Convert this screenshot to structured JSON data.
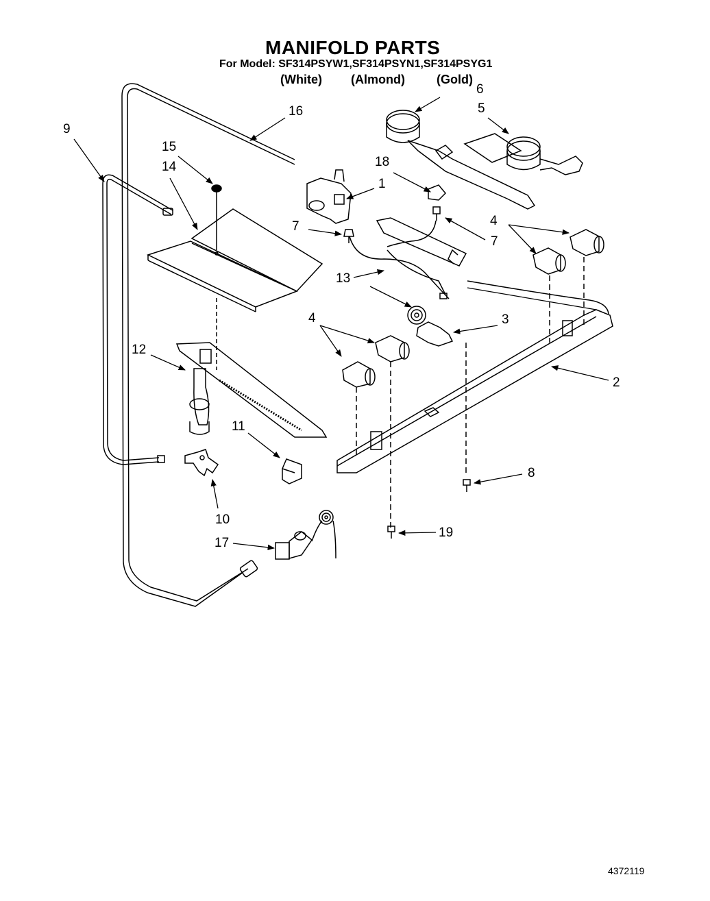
{
  "header": {
    "title": "MANIFOLD PARTS",
    "model_line": "For Model: SF314PSYW1,SF314PSYN1,SF314PSYG1",
    "variants": [
      "(White)",
      "(Almond)",
      "(Gold)"
    ]
  },
  "document_number": "4372119",
  "callouts": [
    "1",
    "2",
    "3",
    "4",
    "4",
    "5",
    "6",
    "7",
    "7",
    "8",
    "9",
    "10",
    "11",
    "12",
    "13",
    "14",
    "15",
    "16",
    "17",
    "18",
    "19"
  ]
}
